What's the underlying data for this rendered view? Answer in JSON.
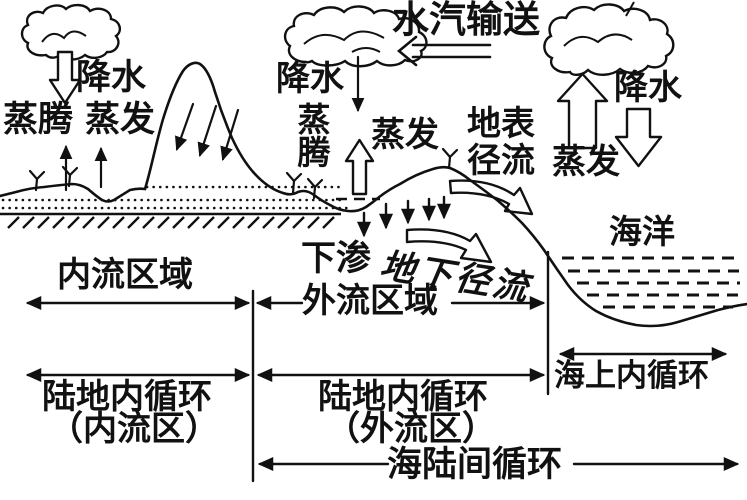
{
  "diagram": {
    "background_color": "#ffffff",
    "ink_color": "#111111",
    "atmosphere": {
      "vapor_transport": "水汽输送",
      "left": {
        "precipitation": "降水",
        "transpiration": "蒸腾",
        "evaporation": "蒸发"
      },
      "middle": {
        "precipitation": "降水",
        "transpiration": "蒸腾",
        "evaporation": "蒸发"
      },
      "right": {
        "precipitation": "降水",
        "evaporation": "蒸发"
      }
    },
    "land_sea": {
      "surface_runoff": "地表径流",
      "infiltration": "下渗",
      "underground_runoff": "地下径流",
      "ocean": "海洋"
    },
    "regions": {
      "inland": "内流区域",
      "outflow": "外流区域"
    },
    "cycles": {
      "land_inland": {
        "title": "陆地内循环",
        "subtitle": "（内流区）"
      },
      "land_outflow": {
        "title": "陆地内循环",
        "subtitle": "（外流区）"
      },
      "sea_internal": "海上内循环",
      "sea_land": "海陆间循环"
    }
  }
}
